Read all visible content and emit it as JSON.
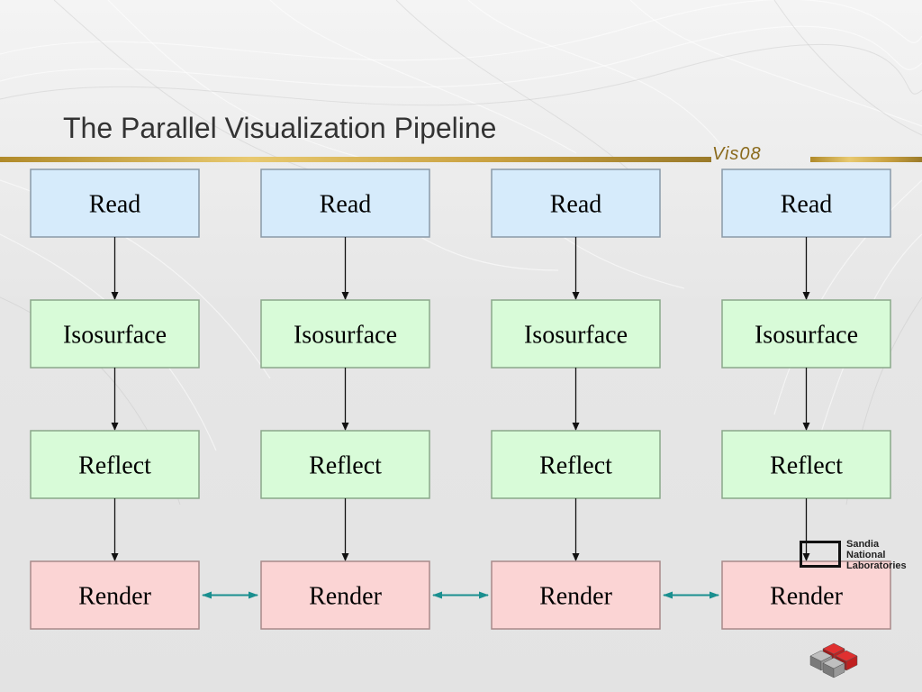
{
  "slide": {
    "title": "The Parallel Visualization Pipeline",
    "logo_vis": "Vis08",
    "sandia": [
      "Sandia",
      "National",
      "Laboratories"
    ]
  },
  "pipeline": {
    "columns": [
      {
        "stages": [
          "Read",
          "Isosurface",
          "Reflect",
          "Render"
        ]
      },
      {
        "stages": [
          "Read",
          "Isosurface",
          "Reflect",
          "Render"
        ]
      },
      {
        "stages": [
          "Read",
          "Isosurface",
          "Reflect",
          "Render"
        ]
      },
      {
        "stages": [
          "Read",
          "Isosurface",
          "Reflect",
          "Render"
        ]
      }
    ],
    "stage_colors": {
      "Read": {
        "fill": "#d6ebfb",
        "stroke": "#8a9aa8"
      },
      "Isosurface": {
        "fill": "#d8fbd8",
        "stroke": "#8aa88a"
      },
      "Reflect": {
        "fill": "#d8fbd8",
        "stroke": "#8aa88a"
      },
      "Render": {
        "fill": "#fbd4d4",
        "stroke": "#a88a8a"
      }
    },
    "flow_arrow_color": "#111111",
    "exchange_arrow_color": "#1a8f8f"
  }
}
